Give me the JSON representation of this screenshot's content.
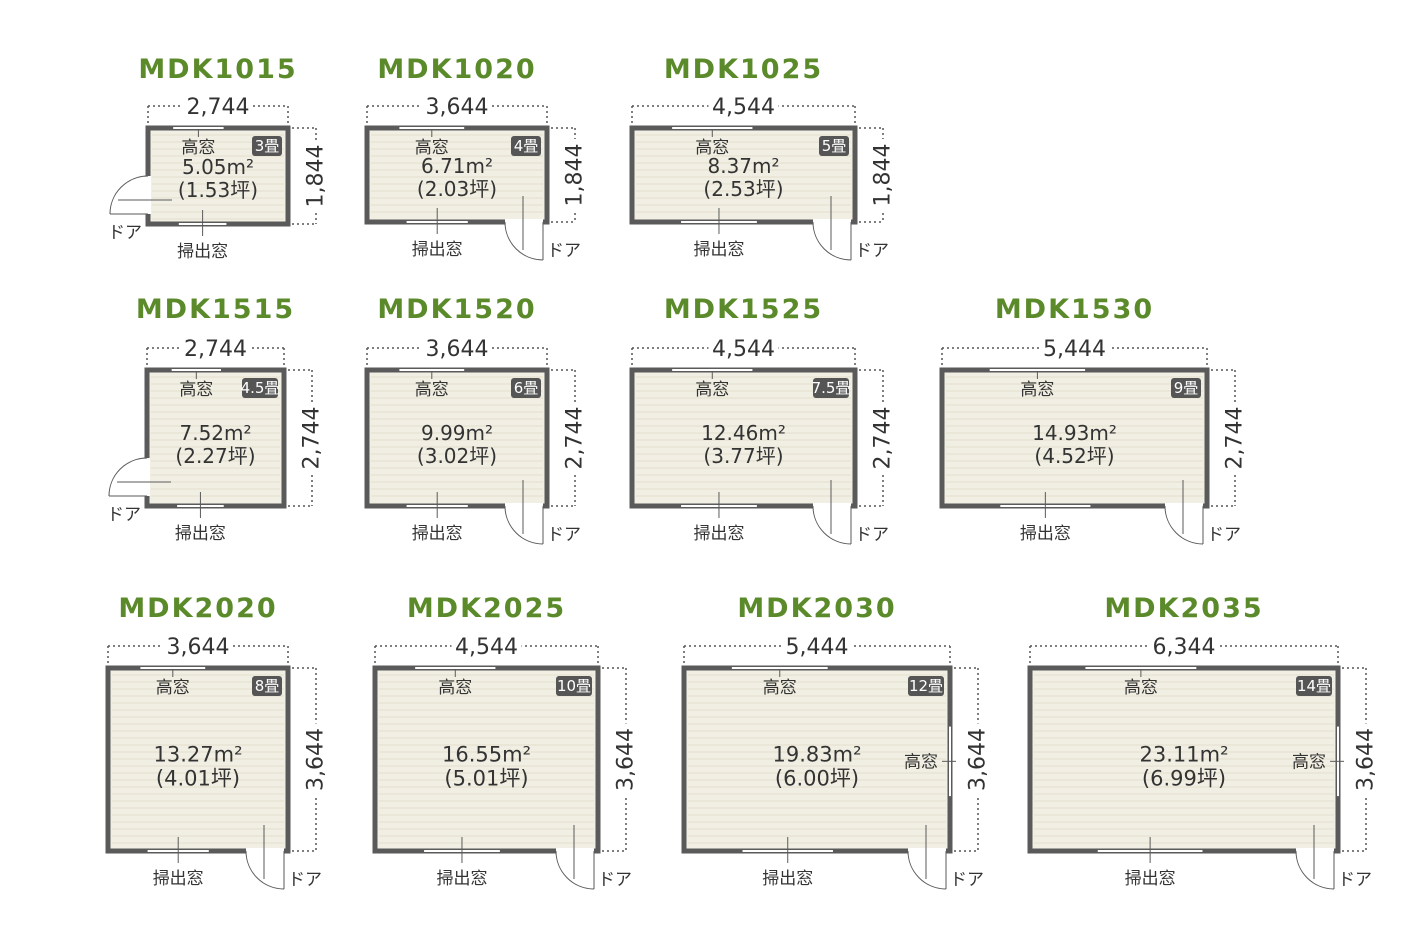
{
  "style": {
    "title_color": "#5b8a2b",
    "wall_color": "#5a5a5a",
    "floor_color": "#f1efe3",
    "floor_line_color": "#e2dfcd",
    "badge_color": "#555555",
    "text_color": "#333333"
  },
  "plans": [
    {
      "model": "MDK1015",
      "width_label": "2,744",
      "depth_label": "1,844",
      "tatami": "3畳",
      "area_m2": "5.05m²",
      "area_tsubo": "(1.53坪)",
      "high_window": "高窓",
      "sweep_window": "掃出窓",
      "door": "ドア",
      "door_side": "left",
      "side_window": null
    },
    {
      "model": "MDK1020",
      "width_label": "3,644",
      "depth_label": "1,844",
      "tatami": "4畳",
      "area_m2": "6.71m²",
      "area_tsubo": "(2.03坪)",
      "high_window": "高窓",
      "sweep_window": "掃出窓",
      "door": "ドア",
      "door_side": "right",
      "side_window": null
    },
    {
      "model": "MDK1025",
      "width_label": "4,544",
      "depth_label": "1,844",
      "tatami": "5畳",
      "area_m2": "8.37m²",
      "area_tsubo": "(2.53坪)",
      "high_window": "高窓",
      "sweep_window": "掃出窓",
      "door": "ドア",
      "door_side": "right",
      "side_window": null
    },
    {
      "model": "MDK1515",
      "width_label": "2,744",
      "depth_label": "2,744",
      "tatami": "4.5畳",
      "area_m2": "7.52m²",
      "area_tsubo": "(2.27坪)",
      "high_window": "高窓",
      "sweep_window": "掃出窓",
      "door": "ドア",
      "door_side": "left",
      "side_window": null
    },
    {
      "model": "MDK1520",
      "width_label": "3,644",
      "depth_label": "2,744",
      "tatami": "6畳",
      "area_m2": "9.99m²",
      "area_tsubo": "(3.02坪)",
      "high_window": "高窓",
      "sweep_window": "掃出窓",
      "door": "ドア",
      "door_side": "right",
      "side_window": null
    },
    {
      "model": "MDK1525",
      "width_label": "4,544",
      "depth_label": "2,744",
      "tatami": "7.5畳",
      "area_m2": "12.46m²",
      "area_tsubo": "(3.77坪)",
      "high_window": "高窓",
      "sweep_window": "掃出窓",
      "door": "ドア",
      "door_side": "right",
      "side_window": null
    },
    {
      "model": "MDK1530",
      "width_label": "5,444",
      "depth_label": "2,744",
      "tatami": "9畳",
      "area_m2": "14.93m²",
      "area_tsubo": "(4.52坪)",
      "high_window": "高窓",
      "sweep_window": "掃出窓",
      "door": "ドア",
      "door_side": "right",
      "side_window": null
    },
    {
      "model": "MDK2020",
      "width_label": "3,644",
      "depth_label": "3,644",
      "tatami": "8畳",
      "area_m2": "13.27m²",
      "area_tsubo": "(4.01坪)",
      "high_window": "高窓",
      "sweep_window": "掃出窓",
      "door": "ドア",
      "door_side": "right",
      "side_window": null
    },
    {
      "model": "MDK2025",
      "width_label": "4,544",
      "depth_label": "3,644",
      "tatami": "10畳",
      "area_m2": "16.55m²",
      "area_tsubo": "(5.01坪)",
      "high_window": "高窓",
      "sweep_window": "掃出窓",
      "door": "ドア",
      "door_side": "right",
      "side_window": null
    },
    {
      "model": "MDK2030",
      "width_label": "5,444",
      "depth_label": "3,644",
      "tatami": "12畳",
      "area_m2": "19.83m²",
      "area_tsubo": "(6.00坪)",
      "high_window": "高窓",
      "sweep_window": "掃出窓",
      "door": "ドア",
      "door_side": "right",
      "side_window": "高窓"
    },
    {
      "model": "MDK2035",
      "width_label": "6,344",
      "depth_label": "3,644",
      "tatami": "14畳",
      "area_m2": "23.11m²",
      "area_tsubo": "(6.99坪)",
      "high_window": "高窓",
      "sweep_window": "掃出窓",
      "door": "ドア",
      "door_side": "right",
      "side_window": "高窓"
    }
  ]
}
